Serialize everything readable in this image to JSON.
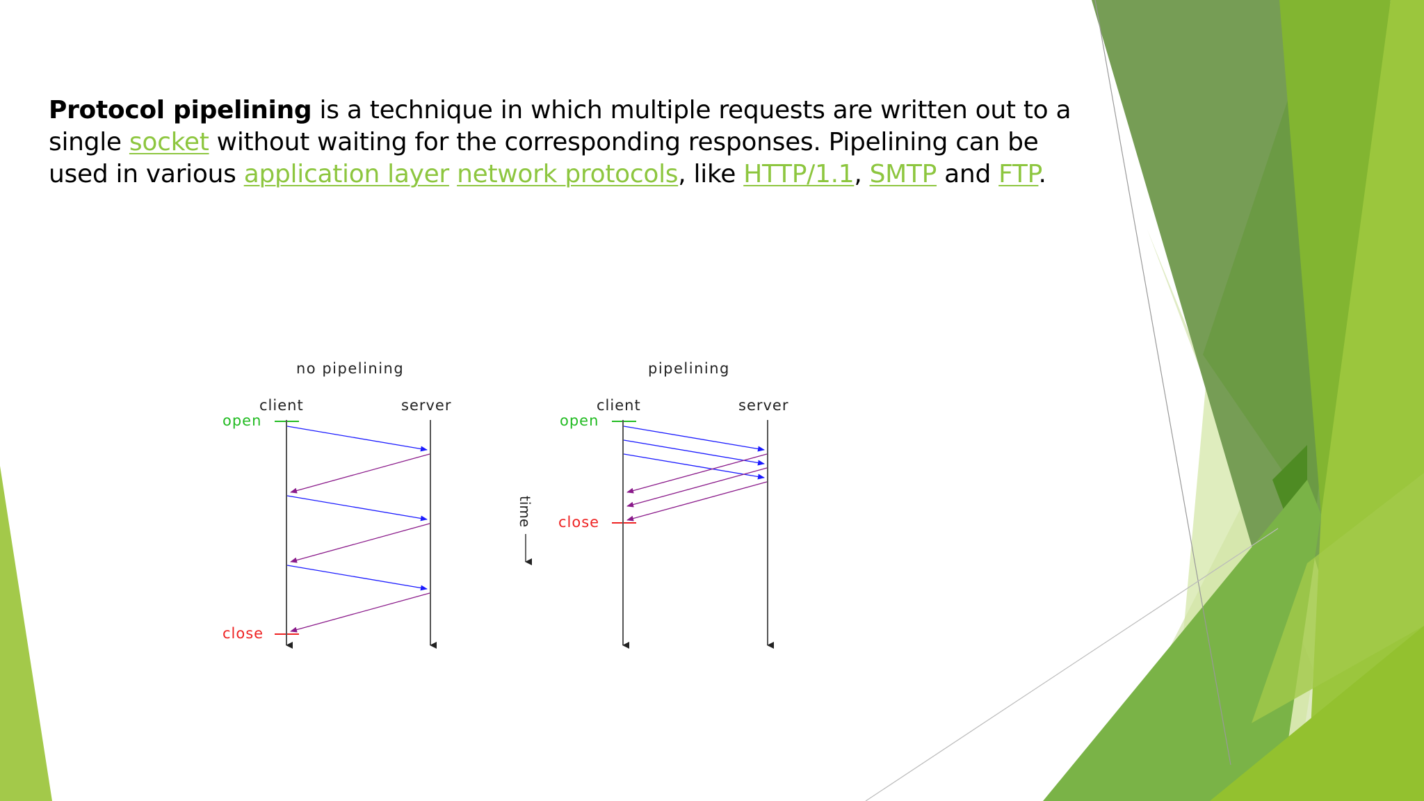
{
  "slide": {
    "paragraph": {
      "term": "Protocol pipelining",
      "t1": " is a technique in which multiple requests are written out to a single ",
      "link_socket": "socket",
      "t2": " without waiting for the corresponding responses. Pipelining can be used in various ",
      "link_application_layer": "application layer",
      "t3": " ",
      "link_network_protocols": "network protocols",
      "t4": ", like ",
      "link_http": "HTTP/1.1",
      "t5": ", ",
      "link_smtp": "SMTP",
      "t6": " and ",
      "link_ftp": "FTP",
      "t7": "."
    },
    "link_color": "#8dc63f"
  },
  "diagram": {
    "left": {
      "title": "no pipelining",
      "client_label": "client",
      "server_label": "server",
      "open_label": "open",
      "close_label": "close"
    },
    "right": {
      "title": "pipelining",
      "client_label": "client",
      "server_label": "server",
      "open_label": "open",
      "close_label": "close"
    },
    "time_label": "time",
    "colors": {
      "request": "#1a1aff",
      "response": "#8a1a8a",
      "open": "#22bb22",
      "close": "#ee2222",
      "lifeline": "#555555"
    }
  },
  "theme": {
    "greens": [
      "#769d55",
      "#6a9a42",
      "#82b531",
      "#9bc63d",
      "#dde9bf",
      "#7ab347",
      "#93c12f",
      "#4e8b23",
      "#a3c94a"
    ]
  }
}
